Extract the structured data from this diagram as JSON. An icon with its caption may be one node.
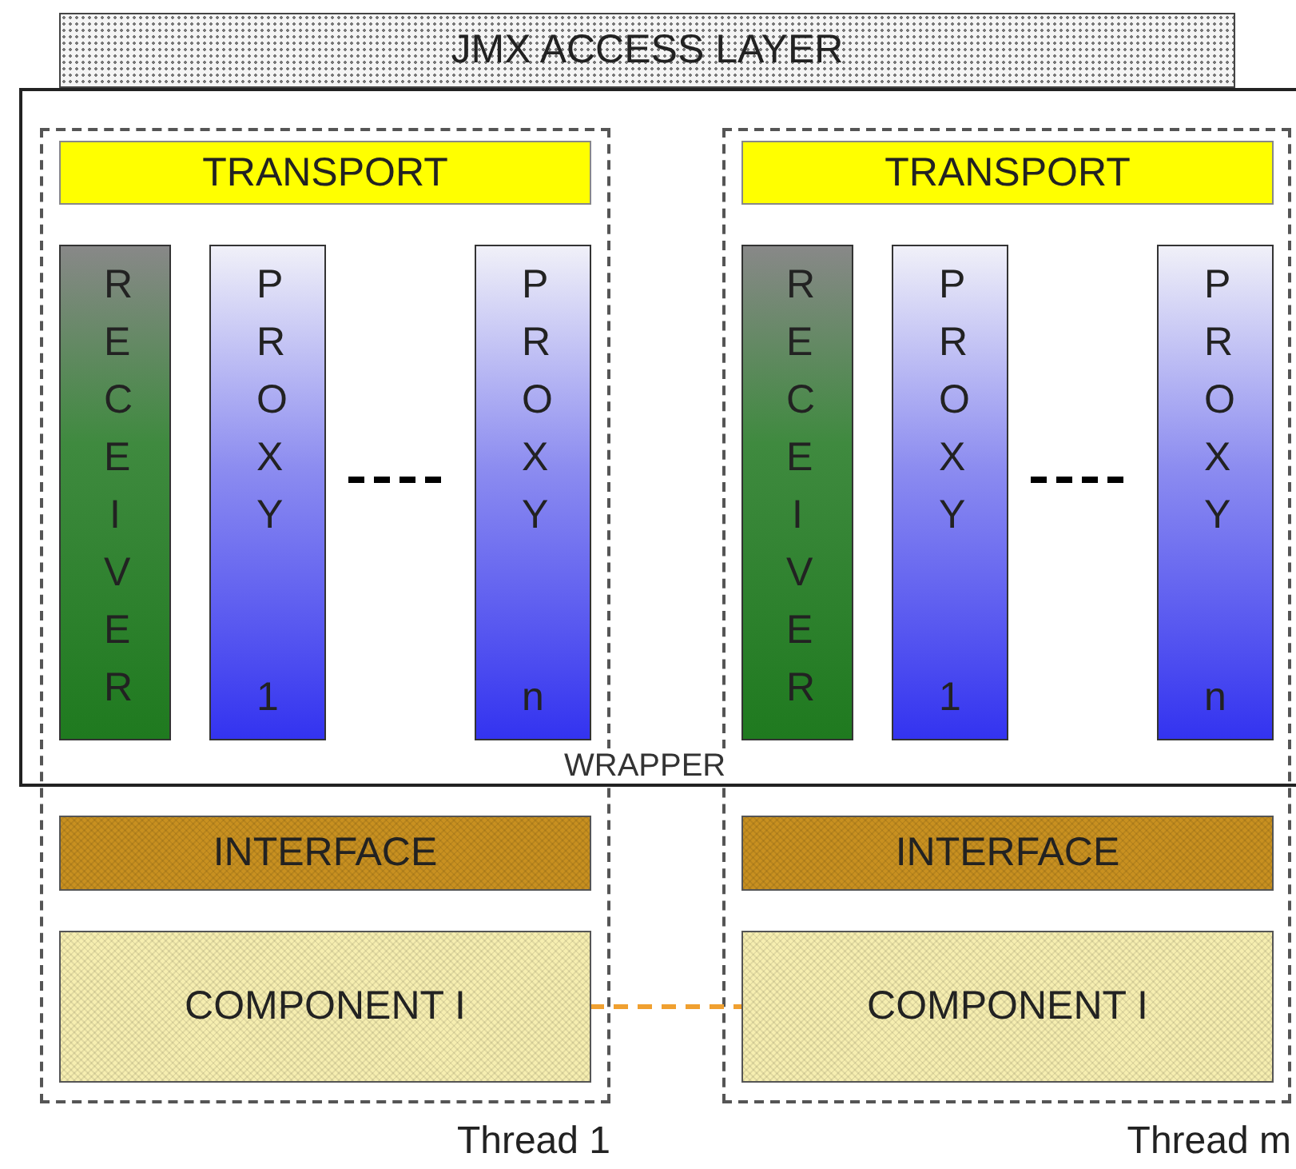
{
  "diagram": {
    "nodes": [
      {
        "text": [
          "JMX ACCESS LAYER"
        ]
      },
      {
        "text": [
          "WRAPPER"
        ]
      },
      {
        "text": [
          "Thread 1"
        ]
      },
      {
        "text": [
          "TRANSPORT"
        ]
      },
      {
        "text": [
          "RECEIVER"
        ]
      },
      {
        "text": [
          "PROXY 1"
        ]
      },
      {
        "text": [
          "PROXY n"
        ]
      },
      {
        "text": [
          "INTERFACE"
        ],
        "in": 2
      },
      {
        "text": [
          "COMPONENT I"
        ],
        "in": 2
      },
      {
        "text": [
          "Thread m"
        ]
      },
      {
        "text": [
          "TRANSPORT"
        ]
      },
      {
        "text": [
          "RECEIVER"
        ]
      },
      {
        "text": [
          "PROXY 1"
        ]
      },
      {
        "text": [
          "PROXY n"
        ]
      },
      {
        "text": [
          "INTERFACE"
        ],
        "in": 9
      },
      {
        "text": [
          "COMPONENT I"
        ],
        "in": 9
      }
    ],
    "edges": [
      {
        "from": 8,
        "to": 15,
        "arrow": "none",
        "style": "dashed",
        "color": "#f0a030"
      }
    ]
  }
}
